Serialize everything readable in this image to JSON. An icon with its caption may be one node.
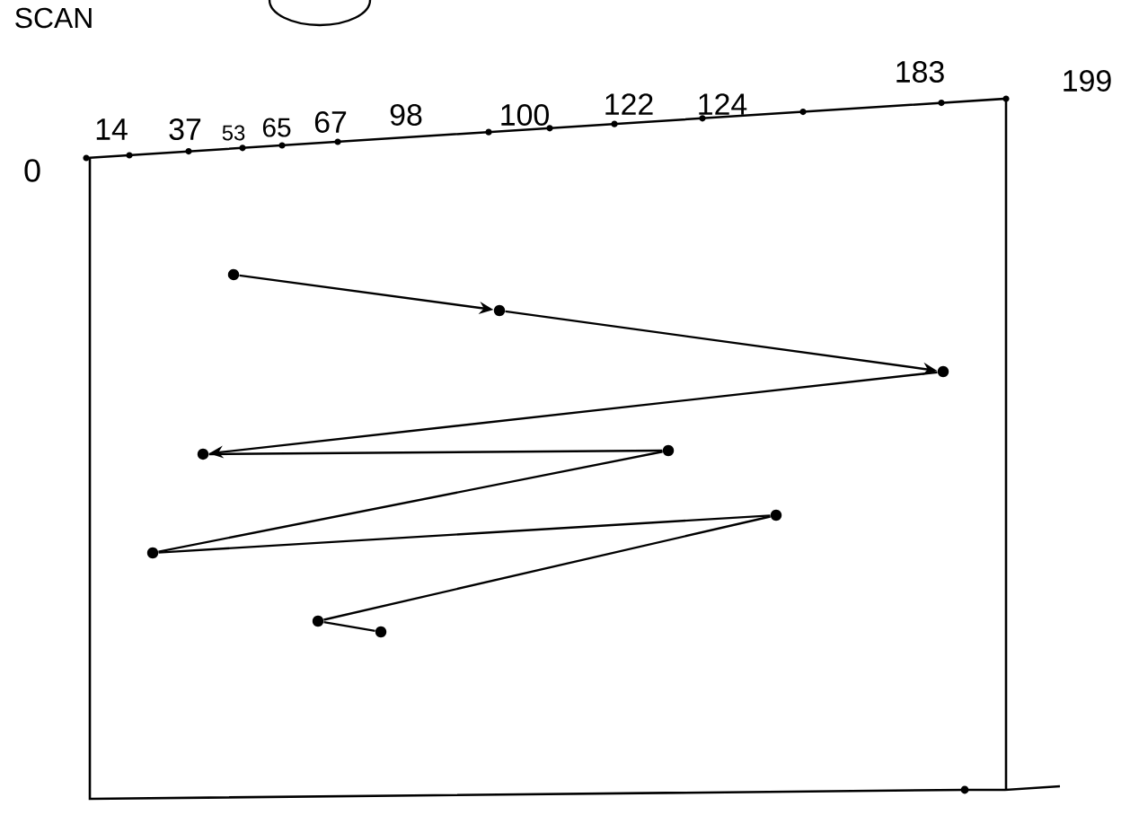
{
  "diagram": {
    "nodes": [
      {
        "text": [],
        "shape": "circle"
      },
      {
        "text": [],
        "shape": "circle"
      },
      {
        "text": [],
        "shape": "circle"
      },
      {
        "text": [],
        "shape": "circle"
      },
      {
        "text": [],
        "shape": "circle"
      },
      {
        "text": [],
        "shape": "circle"
      },
      {
        "text": [],
        "shape": "circle"
      },
      {
        "text": [],
        "shape": "circle"
      },
      {
        "text": [],
        "shape": "circle"
      }
    ],
    "edges": [
      {
        "from": 0,
        "to": 1,
        "arrow": "to"
      },
      {
        "from": 1,
        "to": 2,
        "arrow": "to"
      },
      {
        "from": 2,
        "to": 3,
        "arrow": "to"
      },
      {
        "from": 3,
        "to": 4,
        "arrow": "none"
      },
      {
        "from": 4,
        "to": 5,
        "arrow": "none"
      },
      {
        "from": 5,
        "to": 6,
        "arrow": "none"
      },
      {
        "from": 6,
        "to": 7,
        "arrow": "none"
      },
      {
        "from": 7,
        "to": 8,
        "arrow": "none"
      }
    ],
    "labels": [
      "SCAN",
      "0",
      "14",
      "37",
      "53",
      "65",
      "67",
      "98",
      "100",
      "122",
      "124",
      "183",
      "199"
    ]
  }
}
